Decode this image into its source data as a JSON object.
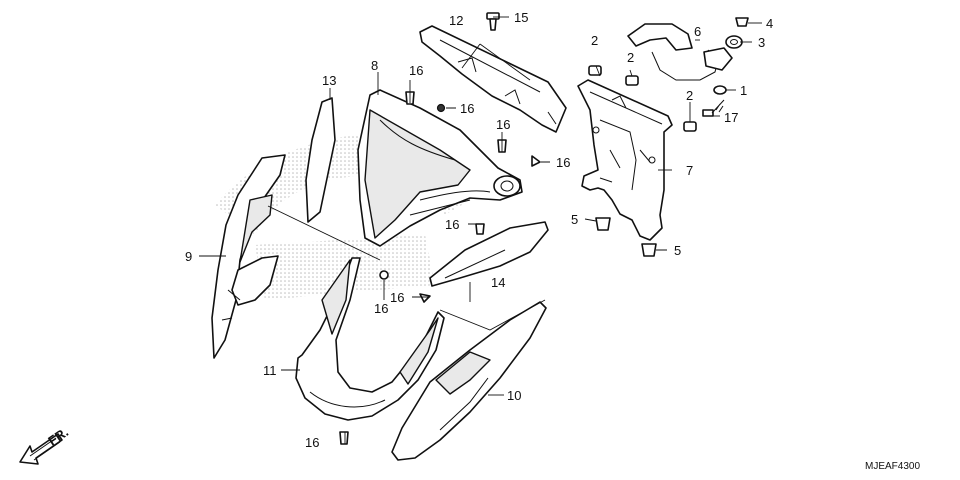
{
  "callouts": {
    "c1": "1",
    "c2a": "2",
    "c2b": "2",
    "c2c": "2",
    "c3": "3",
    "c4": "4",
    "c5a": "5",
    "c5b": "5",
    "c6": "6",
    "c7": "7",
    "c8": "8",
    "c9": "9",
    "c10": "10",
    "c11": "11",
    "c12": "12",
    "c13": "13",
    "c14": "14",
    "c15": "15",
    "c16a": "16",
    "c16b": "16",
    "c16c": "16",
    "c16d": "16",
    "c16e": "16",
    "c16f": "16",
    "c16g": "16",
    "c17": "17"
  },
  "direction_label": "FR.",
  "diagram_code": "MJEAF4300",
  "colors": {
    "line": "#111111",
    "background": "#ffffff",
    "watermark": "#bdbdbd"
  }
}
